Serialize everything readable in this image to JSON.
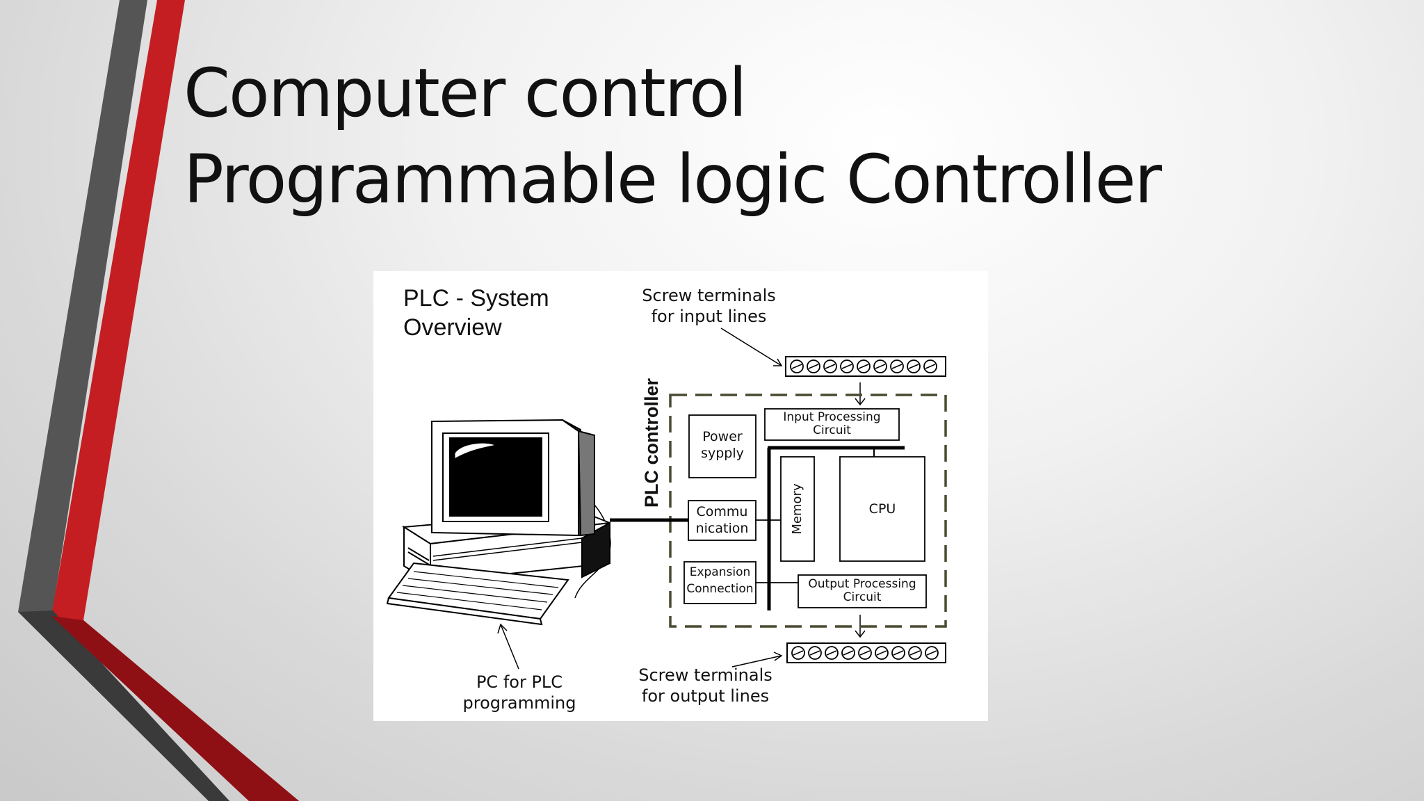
{
  "slide": {
    "title_line1": "Computer control",
    "title_line2": "Programmable logic Controller"
  },
  "colors": {
    "accent_red": "#c41e22",
    "accent_gray": "#555555",
    "dark_red": "#8e1015"
  },
  "figure": {
    "heading_line1": "PLC  - System",
    "heading_line2": "Overview",
    "screw_input_line1": "Screw terminals",
    "screw_input_line2": "for input lines",
    "screw_output_line1": "Screw terminals",
    "screw_output_line2": "for output lines",
    "pc_label_line1": "PC for PLC",
    "pc_label_line2": "programming",
    "plc_controller": "PLC controller",
    "power_line1": "Power",
    "power_line2": "sypply",
    "comm_line1": "Commu",
    "comm_line2": "nication",
    "exp_line1": "Expansion",
    "exp_line2": "Connection",
    "input_proc_line1": "Input Processing",
    "input_proc_line2": "Circuit",
    "output_proc_line1": "Output Processing",
    "output_proc_line2": "Circuit",
    "memory": "Memory",
    "cpu": "CPU"
  }
}
